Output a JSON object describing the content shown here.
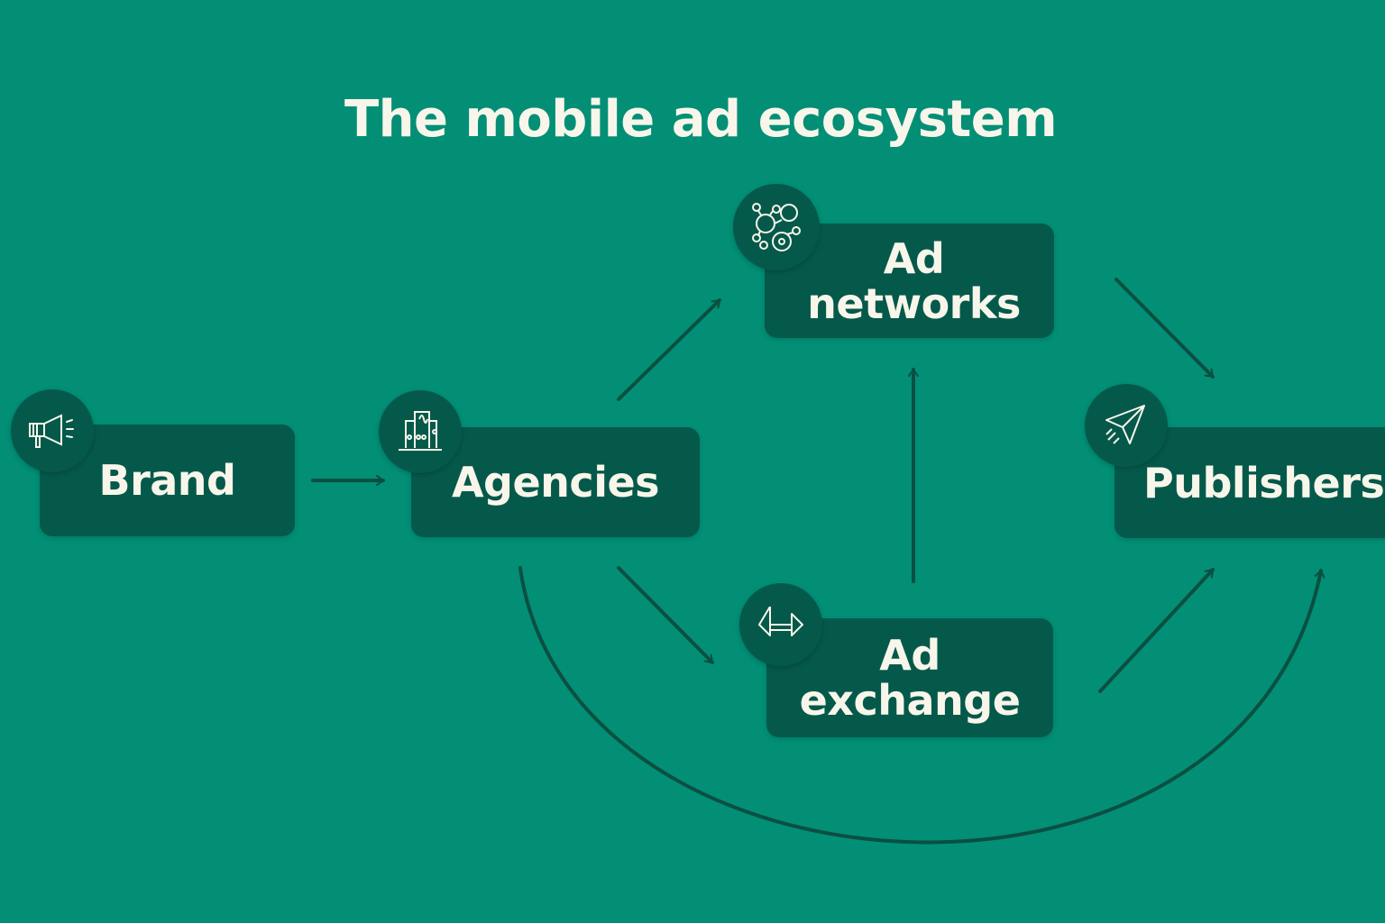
{
  "title": "The mobile ad ecosystem",
  "nodes": {
    "brand": {
      "label": "Brand",
      "icon": "megaphone-icon"
    },
    "agencies": {
      "label": "Agencies",
      "icon": "building-icon"
    },
    "ad_networks": {
      "label": "Ad networks",
      "icon": "network-icon"
    },
    "ad_exchange": {
      "label": "Ad exchange",
      "icon": "exchange-arrows-icon"
    },
    "publishers": {
      "label": "Publishers",
      "icon": "paper-plane-icon"
    }
  },
  "edges": [
    {
      "from": "Brand",
      "to": "Agencies"
    },
    {
      "from": "Agencies",
      "to": "Ad networks"
    },
    {
      "from": "Agencies",
      "to": "Ad exchange"
    },
    {
      "from": "Ad exchange",
      "to": "Ad networks"
    },
    {
      "from": "Ad networks",
      "to": "Publishers"
    },
    {
      "from": "Ad exchange",
      "to": "Publishers"
    },
    {
      "from": "Agencies",
      "to": "Publishers"
    }
  ],
  "colors": {
    "background": "#028f76",
    "box": "#05594b",
    "text": "#f8f6ea",
    "arrow": "#0a4f42"
  }
}
